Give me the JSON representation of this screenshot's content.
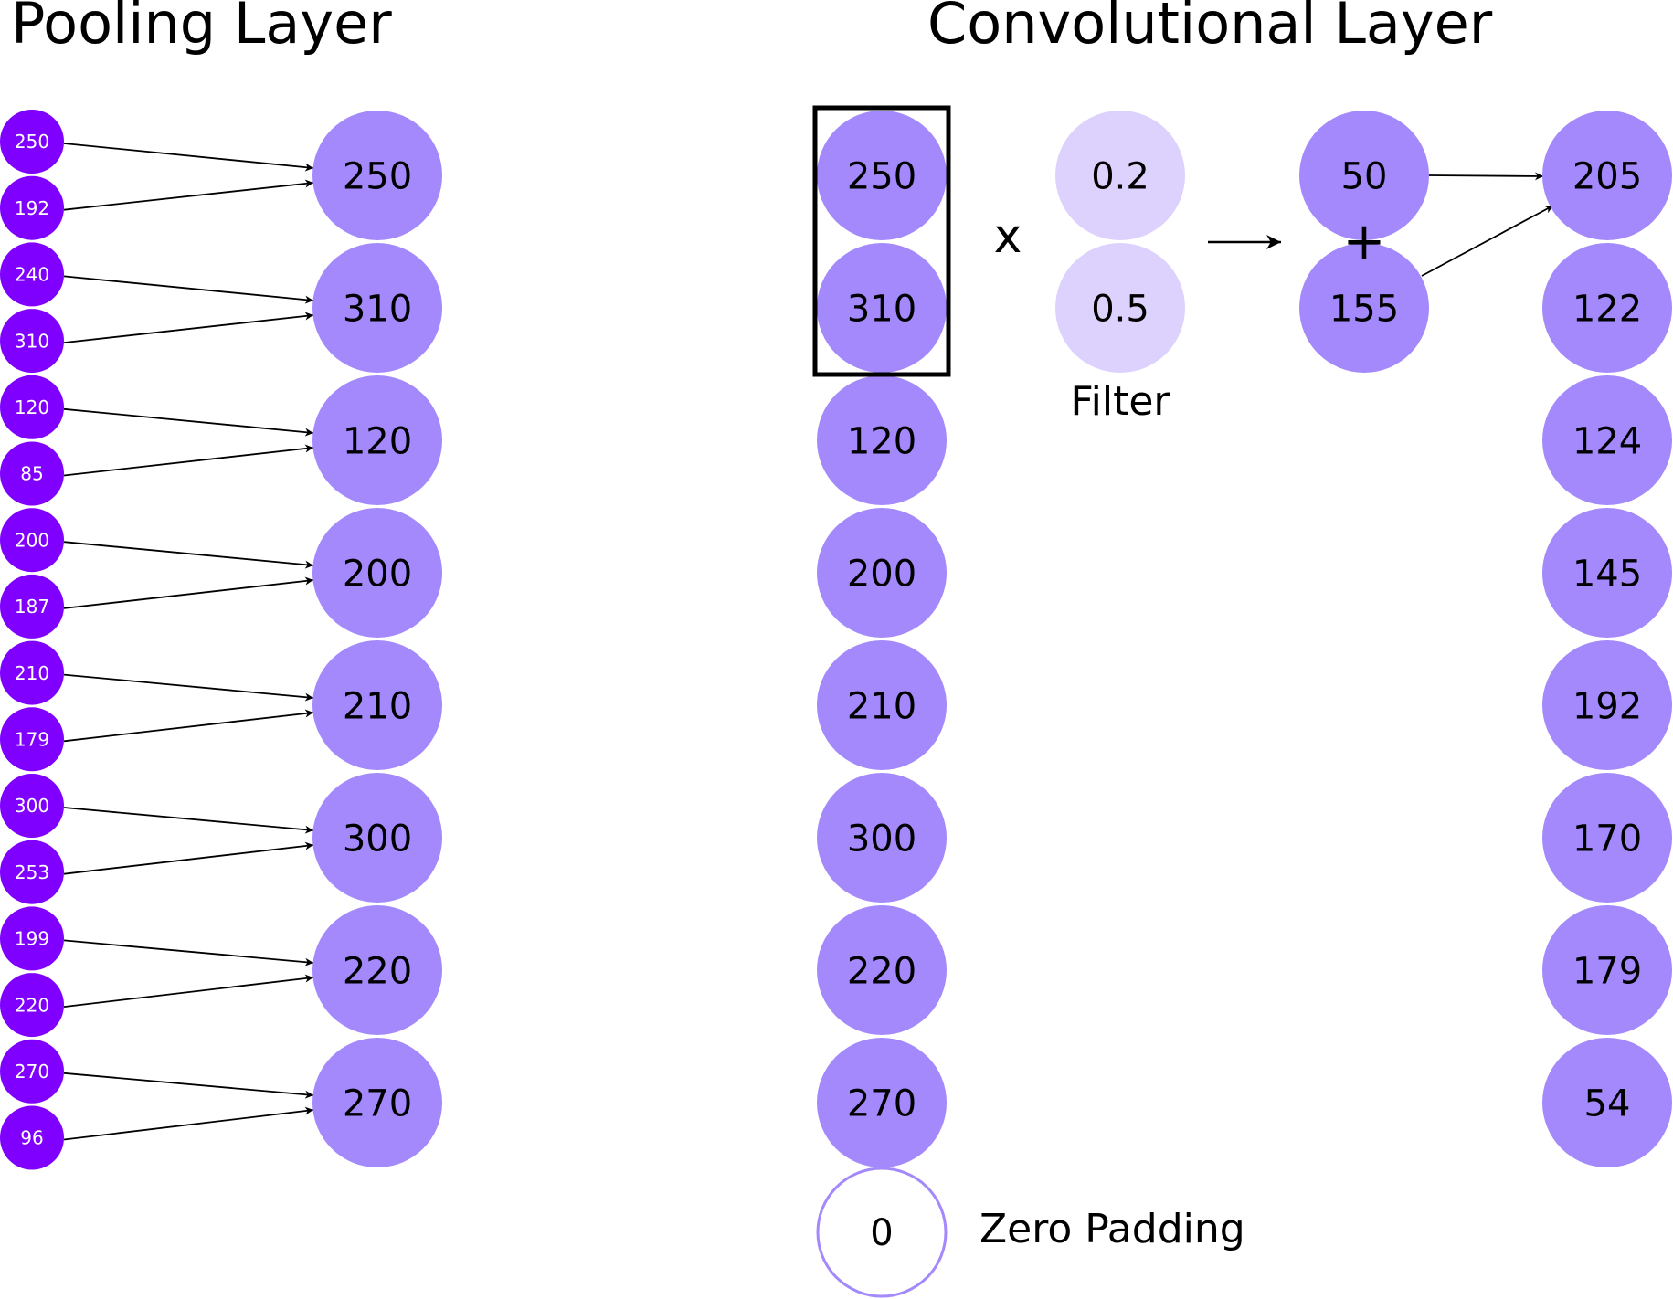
{
  "pooling": {
    "title": "Pooling Layer",
    "inputs": [
      "250",
      "192",
      "240",
      "310",
      "120",
      "85",
      "200",
      "187",
      "210",
      "179",
      "300",
      "253",
      "199",
      "220",
      "270",
      "96"
    ],
    "outputs": [
      "250",
      "310",
      "120",
      "200",
      "210",
      "300",
      "220",
      "270"
    ]
  },
  "convolution": {
    "title": "Convolutional Layer",
    "inputs": [
      "250",
      "310",
      "120",
      "200",
      "210",
      "300",
      "220",
      "270"
    ],
    "padding_value": "0",
    "padding_label": "Zero Padding",
    "filter_values": [
      "0.2",
      "0.5"
    ],
    "filter_label": "Filter",
    "multiply_symbol": "x",
    "plus_symbol": "+",
    "products": [
      "50",
      "155"
    ],
    "outputs": [
      "205",
      "122",
      "124",
      "145",
      "192",
      "170",
      "179",
      "54"
    ]
  },
  "colors": {
    "small_node": "#7f00ff",
    "node": "#a389fb",
    "filter_node": "#dcd2fd",
    "padding_stroke": "#a389fb",
    "text": "#000000",
    "small_text": "#ffffff"
  }
}
